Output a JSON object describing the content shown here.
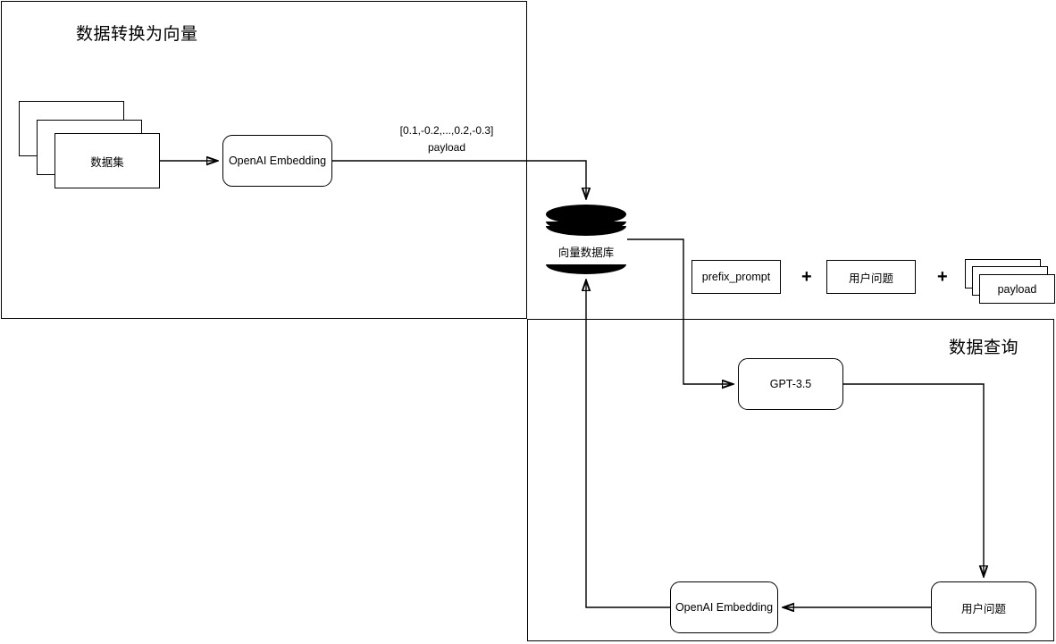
{
  "diagram": {
    "title_ingest": "数据转换为向量",
    "title_query": "数据查询"
  },
  "ingest": {
    "dataset_label": "数据集",
    "embedding_label": "OpenAI Embedding",
    "vector_label": "[0.1,-0.2,...,0.2,-0.3]",
    "payload_label": "payload"
  },
  "store": {
    "vector_db_label": "向量数据库"
  },
  "prompt": {
    "prefix_label": "prefix_prompt",
    "plus_one": "+",
    "question_label": "用户问题",
    "plus_two": "+",
    "payload_label": "payload"
  },
  "query": {
    "llm_label": "GPT-3.5",
    "user_question_label": "用户问题",
    "embedding_label": "OpenAI Embedding"
  },
  "colors": {
    "stroke": "#000000",
    "background": "#ffffff"
  }
}
